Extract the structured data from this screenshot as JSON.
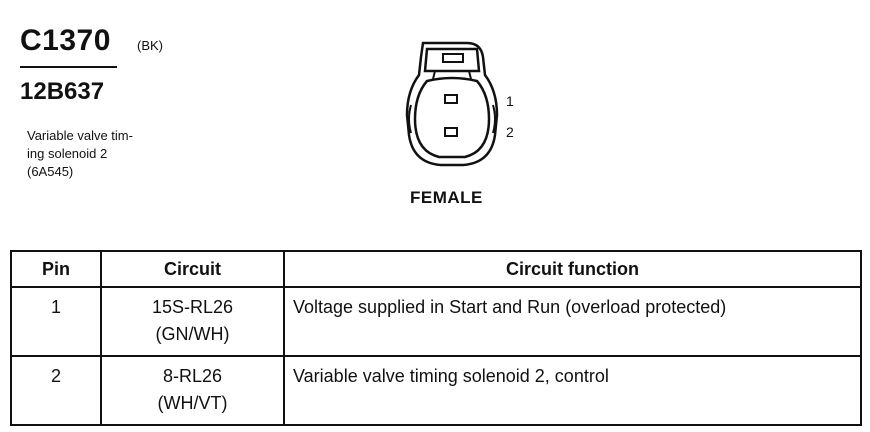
{
  "header": {
    "connector_id": "C1370",
    "connector_color": "(BK)",
    "part_number": "12B637",
    "description_lines": [
      "Variable valve tim-",
      "ing solenoid 2",
      "(6A545)"
    ]
  },
  "diagram": {
    "pin_labels": [
      "1",
      "2"
    ],
    "gender": "FEMALE"
  },
  "table": {
    "headers": [
      "Pin",
      "Circuit",
      "Circuit function"
    ],
    "rows": [
      {
        "pin": "1",
        "circuit": [
          "15S-RL26",
          "(GN/WH)"
        ],
        "function": "Voltage supplied in Start and Run (overload protected)"
      },
      {
        "pin": "2",
        "circuit": [
          "8-RL26",
          "(WH/VT)"
        ],
        "function": "Variable valve timing solenoid 2, control"
      }
    ]
  }
}
